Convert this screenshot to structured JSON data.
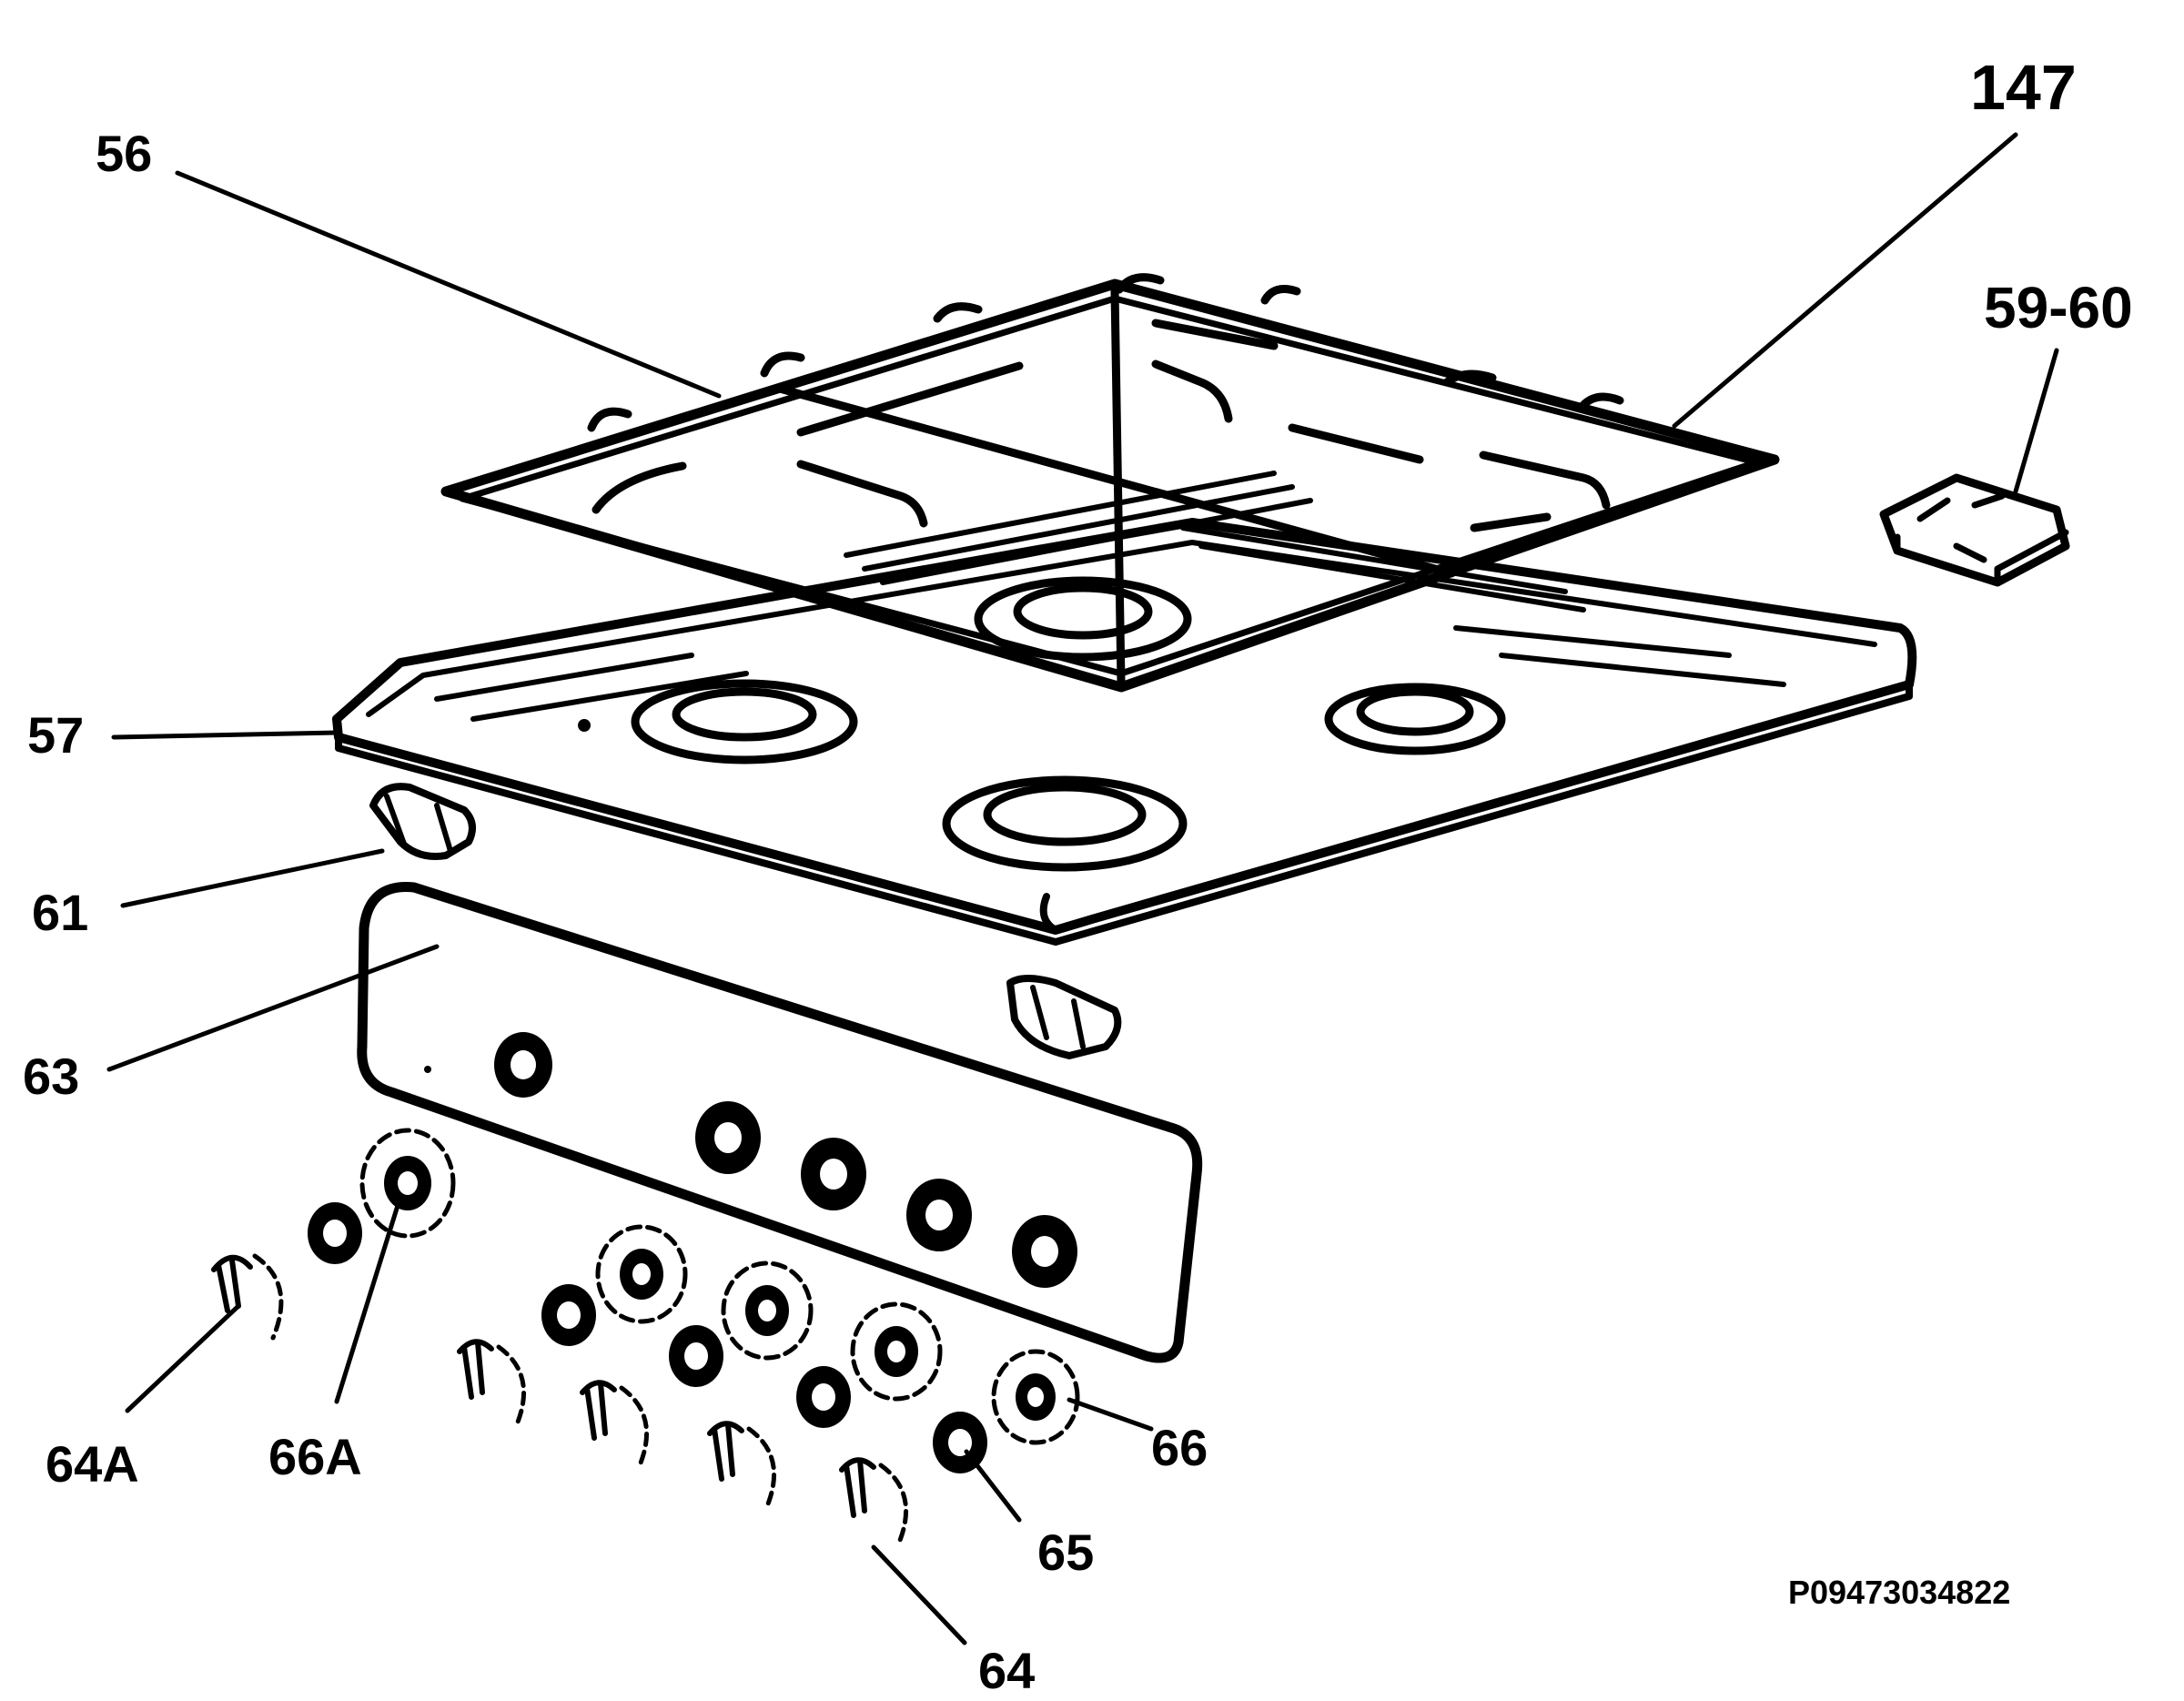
{
  "diagram": {
    "reference": "P09473034822",
    "callouts": {
      "c56": "56",
      "c147": "147",
      "c59_60": "59-60",
      "c57": "57",
      "c61": "61",
      "c63": "63",
      "c64A": "64A",
      "c66A": "66A",
      "c66": "66",
      "c65": "65",
      "c64": "64"
    }
  }
}
